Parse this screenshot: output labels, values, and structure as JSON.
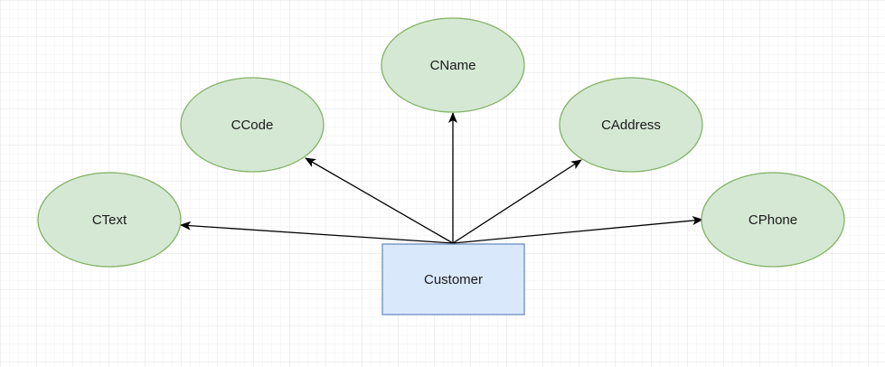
{
  "diagram": {
    "entity": {
      "label": "Customer",
      "fill": "#dae8fc",
      "stroke": "#6c8ebf"
    },
    "attributes": [
      {
        "id": "ctext",
        "label": "CText"
      },
      {
        "id": "ccode",
        "label": "CCode"
      },
      {
        "id": "cname",
        "label": "CName"
      },
      {
        "id": "caddress",
        "label": "CAddress"
      },
      {
        "id": "cphone",
        "label": "CPhone"
      }
    ],
    "attribute_style": {
      "fill": "#d5e8d4",
      "stroke": "#82b366"
    },
    "edge_color": "#000000",
    "grid": true
  }
}
